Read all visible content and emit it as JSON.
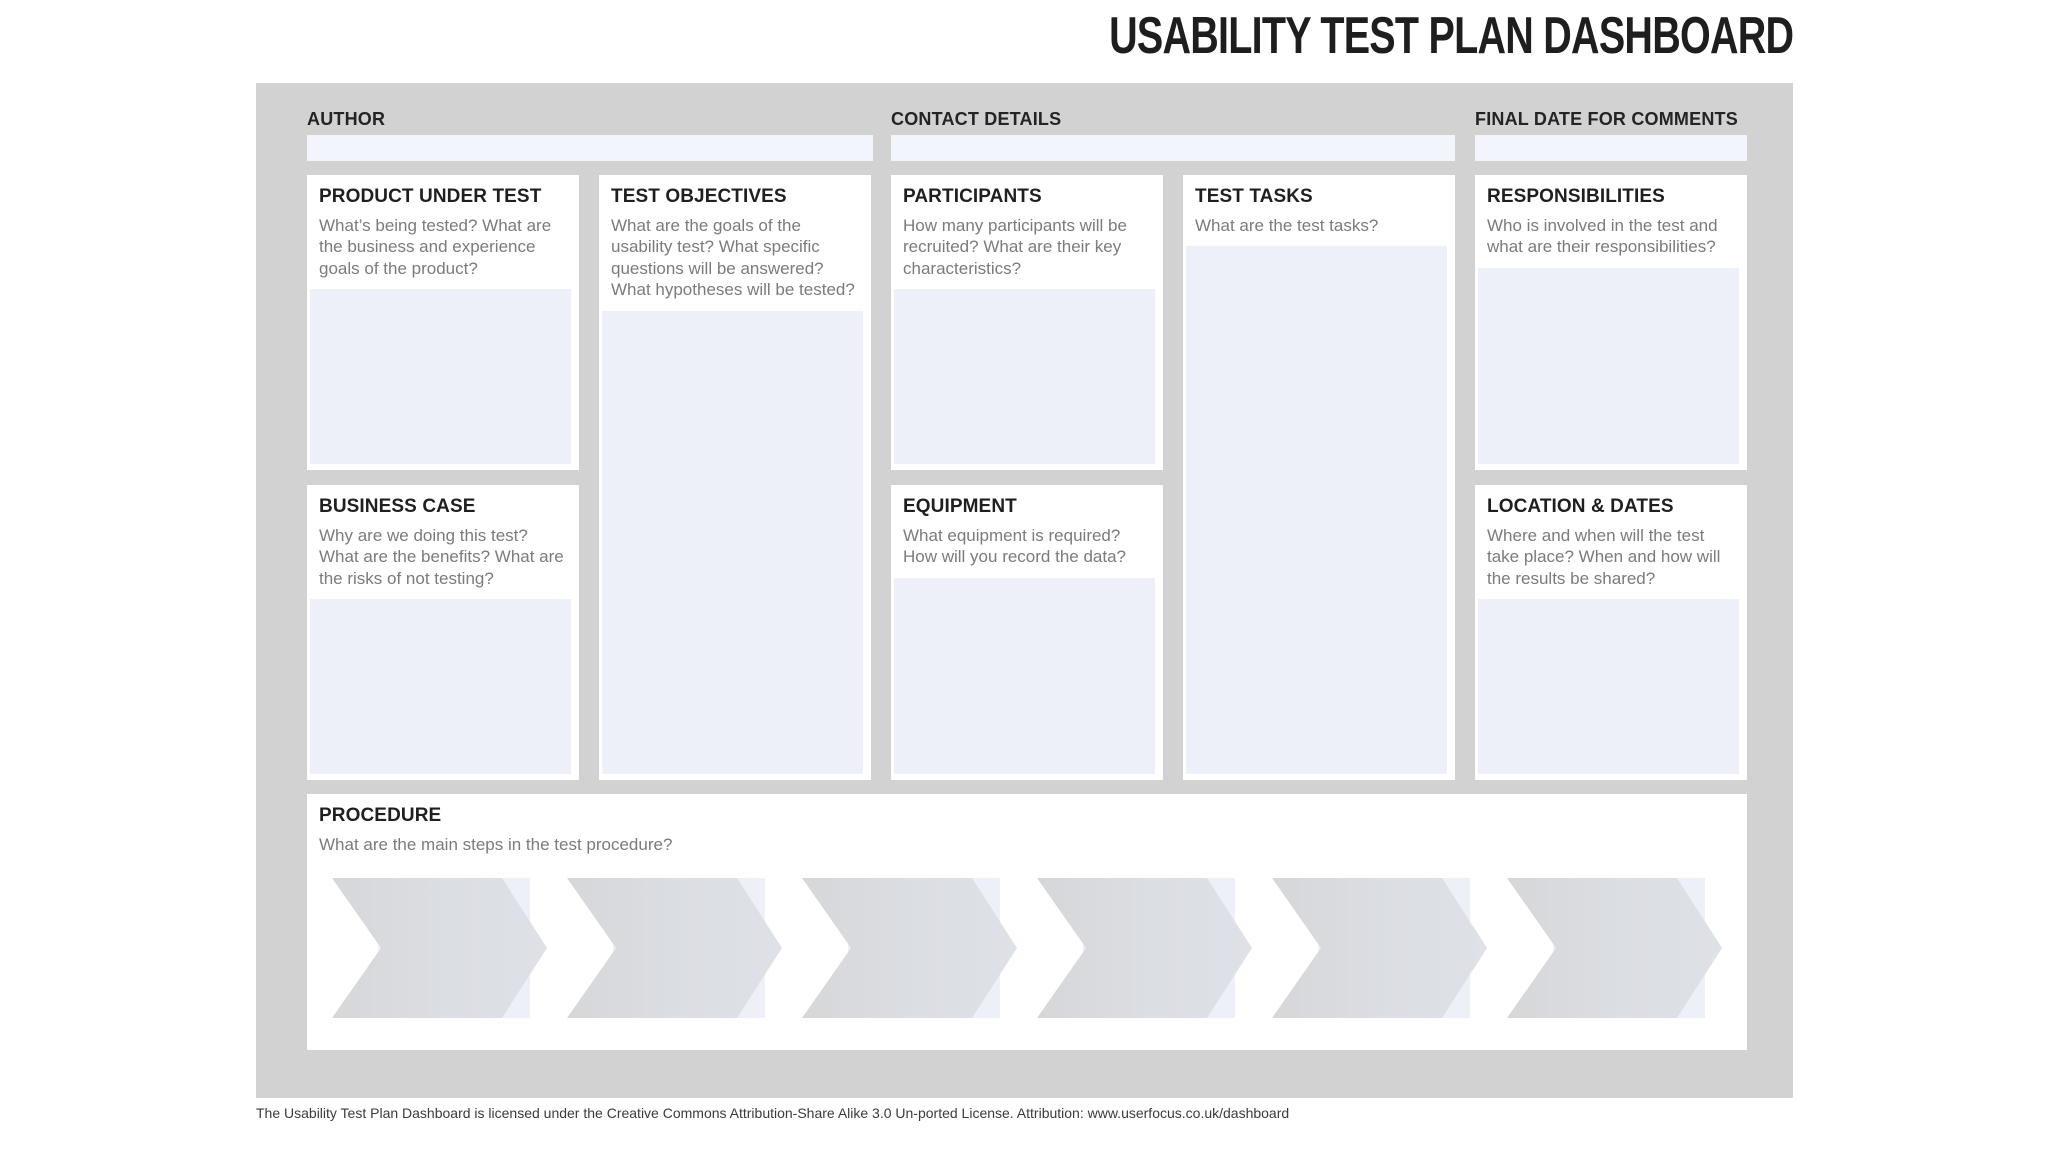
{
  "title": "USABILITY TEST PLAN DASHBOARD",
  "header": {
    "author": {
      "label": "AUTHOR",
      "value": ""
    },
    "contact_details": {
      "label": "CONTACT DETAILS",
      "value": ""
    },
    "final_date_for_comments": {
      "label": "FINAL DATE FOR COMMENTS",
      "value": ""
    }
  },
  "sections": {
    "product_under_test": {
      "title": "PRODUCT UNDER TEST",
      "prompt": "What’s being tested? What are the business and experience goals of the product?",
      "value": ""
    },
    "test_objectives": {
      "title": "TEST OBJECTIVES",
      "prompt": "What are the goals of the usability test? What specific questions will be answered? What hypotheses will be tested?",
      "value": ""
    },
    "participants": {
      "title": "PARTICIPANTS",
      "prompt": "How many participants will be recruited? What are their key characteristics?",
      "value": ""
    },
    "test_tasks": {
      "title": "TEST TASKS",
      "prompt": "What are the test tasks?",
      "value": ""
    },
    "responsibilities": {
      "title": "RESPONSIBILITIES",
      "prompt": "Who is involved in the test and what are their responsibilities?",
      "value": ""
    },
    "business_case": {
      "title": "BUSINESS CASE",
      "prompt": "Why are we doing this test? What are the benefits? What are the risks of not testing?",
      "value": ""
    },
    "equipment": {
      "title": "EQUIPMENT",
      "prompt": "What equipment is required? How will you record the data?",
      "value": ""
    },
    "location_and_dates": {
      "title": "LOCATION & DATES",
      "prompt": "Where and when will the test take place? When and how will the results be shared?",
      "value": ""
    },
    "procedure": {
      "title": "PROCEDURE",
      "prompt": "What are the main steps in the test procedure?",
      "steps_count": 6,
      "value": ""
    }
  },
  "footer": {
    "license_text": "The Usability Test Plan Dashboard is licensed under the Creative Commons Attribution-Share Alike 3.0 Un-ported License. Attribution: www.userfocus.co.uk/dashboard"
  },
  "colors": {
    "board_background": "#d2d2d2",
    "card_background": "#ffffff",
    "field_background": "#edf0f8",
    "header_field_background": "#f3f5fc",
    "heading_text": "#1f1f1f",
    "prompt_text": "#7b7b7b",
    "chevron_dark": "#d6d7d9",
    "chevron_mid": "#dbdee3",
    "chevron_light": "#dee1e7",
    "chevron_backing": "#eef0f8"
  }
}
